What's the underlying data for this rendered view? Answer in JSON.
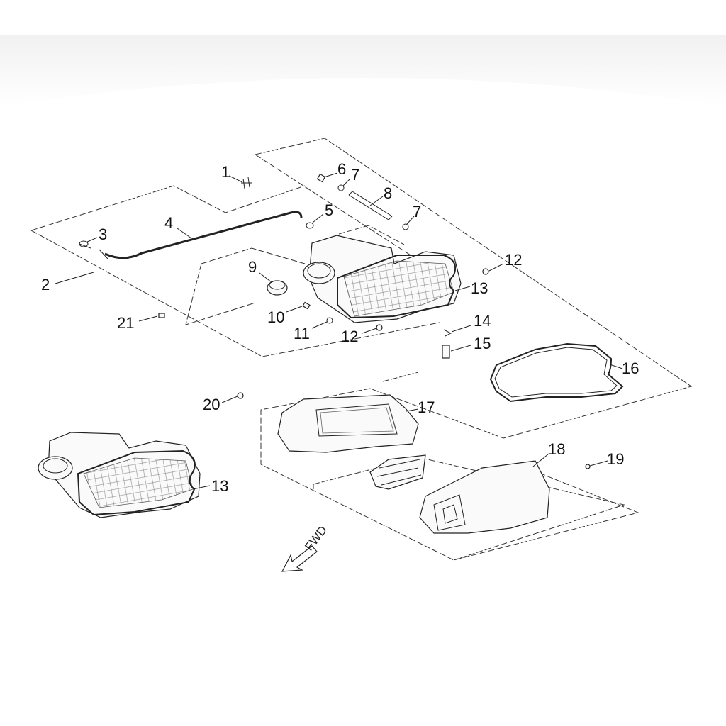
{
  "diagram": {
    "direction_label": "FWD",
    "callouts": [
      {
        "id": "c1",
        "label": "1"
      },
      {
        "id": "c2",
        "label": "2"
      },
      {
        "id": "c3",
        "label": "3"
      },
      {
        "id": "c4",
        "label": "4"
      },
      {
        "id": "c5",
        "label": "5"
      },
      {
        "id": "c6",
        "label": "6"
      },
      {
        "id": "c7a",
        "label": "7"
      },
      {
        "id": "c7b",
        "label": "7"
      },
      {
        "id": "c8",
        "label": "8"
      },
      {
        "id": "c9",
        "label": "9"
      },
      {
        "id": "c10",
        "label": "10"
      },
      {
        "id": "c11",
        "label": "11"
      },
      {
        "id": "c12a",
        "label": "12"
      },
      {
        "id": "c12b",
        "label": "12"
      },
      {
        "id": "c13a",
        "label": "13"
      },
      {
        "id": "c13b",
        "label": "13"
      },
      {
        "id": "c14",
        "label": "14"
      },
      {
        "id": "c15",
        "label": "15"
      },
      {
        "id": "c16",
        "label": "16"
      },
      {
        "id": "c17",
        "label": "17"
      },
      {
        "id": "c18",
        "label": "18"
      },
      {
        "id": "c19",
        "label": "19"
      },
      {
        "id": "c20",
        "label": "20"
      },
      {
        "id": "c21",
        "label": "21"
      }
    ]
  }
}
